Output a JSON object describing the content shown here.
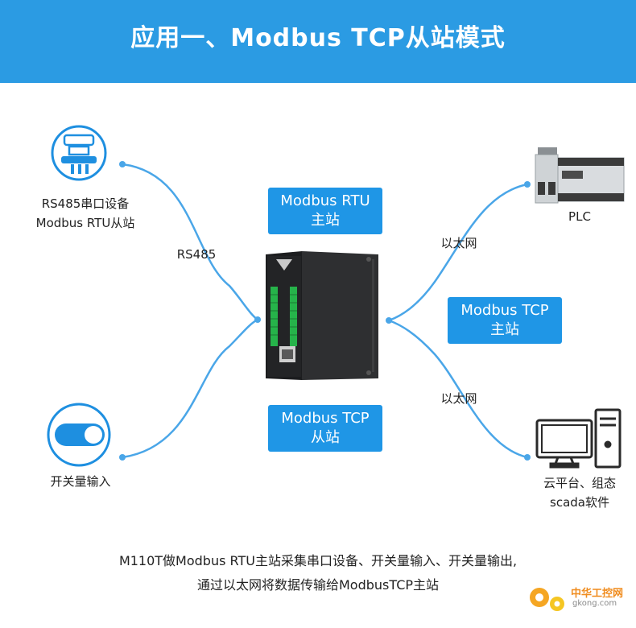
{
  "header": {
    "title": "应用一、Modbus TCP从站模式"
  },
  "boxes": {
    "rtu_master": [
      "Modbus RTU",
      "主站"
    ],
    "tcp_master": [
      "Modbus TCP",
      "主站"
    ],
    "tcp_slave": [
      "Modbus TCP",
      "从站"
    ]
  },
  "nodes": {
    "rs485_device": [
      "RS485串口设备",
      "Modbus RTU从站"
    ],
    "switch_input": "开关量输入",
    "plc": "PLC",
    "cloud": [
      "云平台、组态",
      "scada软件"
    ]
  },
  "links": {
    "rs485": "RS485",
    "ethernet_top": "以太网",
    "ethernet_bottom": "以太网"
  },
  "footer": [
    "M110T做Modbus RTU主站采集串口设备、开关量输入、开关量输出,",
    "通过以太网将数据传输给ModbusTCP主站"
  ],
  "watermark": {
    "cn": "中华工控网",
    "en": "gkong.com"
  },
  "colors": {
    "header": "#2b9be3",
    "box": "#1f96e6",
    "wire": "#4aa6e8",
    "icon": "#1e8fe0"
  }
}
